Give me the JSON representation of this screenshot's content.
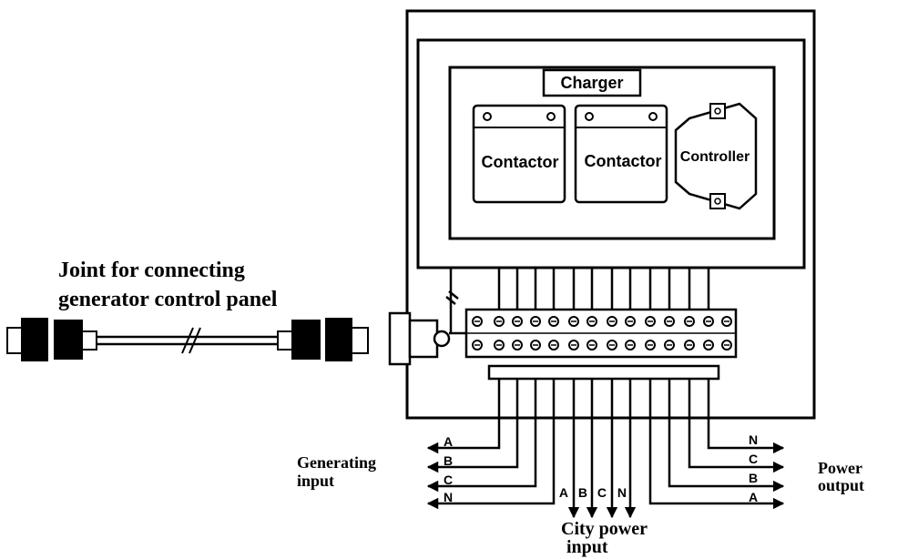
{
  "components": {
    "charger": "Charger",
    "contactor_1": "Contactor",
    "contactor_2": "Contactor",
    "controller": "Controller"
  },
  "joint_label": {
    "line1": "Joint for connecting",
    "line2": "generator control panel"
  },
  "generating_input": {
    "label_line1": "Generating",
    "label_line2": "input",
    "phases": [
      "A",
      "B",
      "C",
      "N"
    ]
  },
  "city_power_input": {
    "label_line1": "City power",
    "label_line2": "input",
    "phases": [
      "A",
      "B",
      "C",
      "N"
    ]
  },
  "power_output": {
    "label_line1": "Power",
    "label_line2": "output",
    "phases": [
      "N",
      "C",
      "B",
      "A"
    ]
  }
}
